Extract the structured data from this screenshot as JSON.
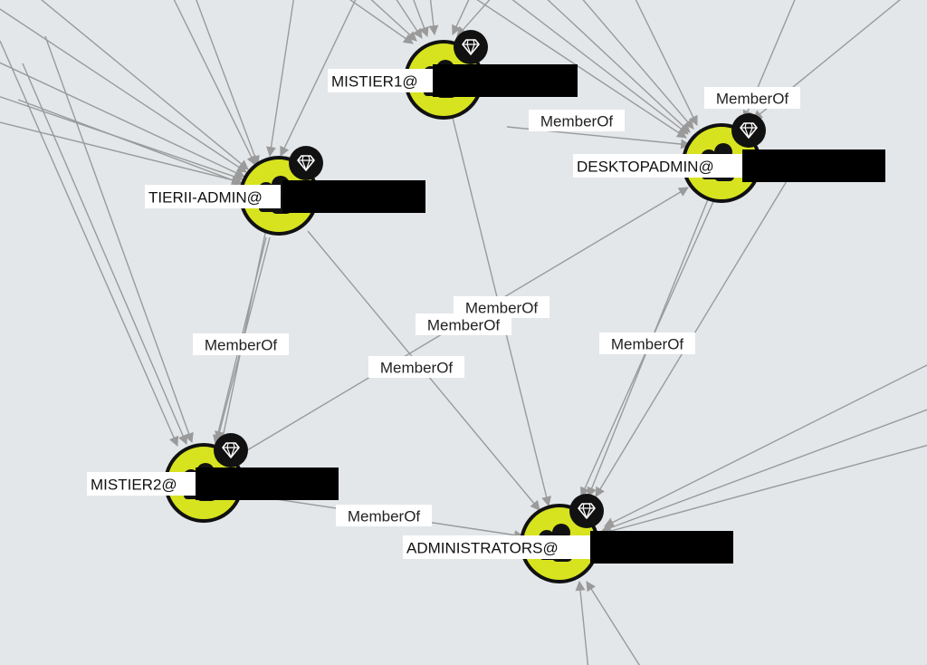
{
  "graph": {
    "colors": {
      "background": "#e3e7ea",
      "node_fill": "#d7e31f",
      "node_outline": "#111111",
      "edge": "#9a9a9a",
      "badge": "#111111",
      "redaction": "#000000"
    },
    "node_icon": "group-icon",
    "badge_icon": "gem-icon",
    "nodes": [
      {
        "id": "mistier1",
        "label": "MISTIER1@",
        "highvalue": true
      },
      {
        "id": "tierii",
        "label": "TIERII-ADMIN@",
        "highvalue": true
      },
      {
        "id": "desktopadmin",
        "label": "DESKTOPADMIN@",
        "highvalue": true
      },
      {
        "id": "mistier2",
        "label": "MISTIER2@",
        "highvalue": true
      },
      {
        "id": "administrators",
        "label": "ADMINISTRATORS@",
        "highvalue": true
      }
    ],
    "edges": [
      {
        "label": "MemberOf"
      },
      {
        "label": "MemberOf"
      },
      {
        "label": "MemberOf"
      },
      {
        "label": "MemberOf"
      },
      {
        "label": "MemberOf"
      },
      {
        "label": "MemberOf"
      },
      {
        "label": "MemberOf"
      },
      {
        "label": "MemberOf"
      }
    ]
  }
}
